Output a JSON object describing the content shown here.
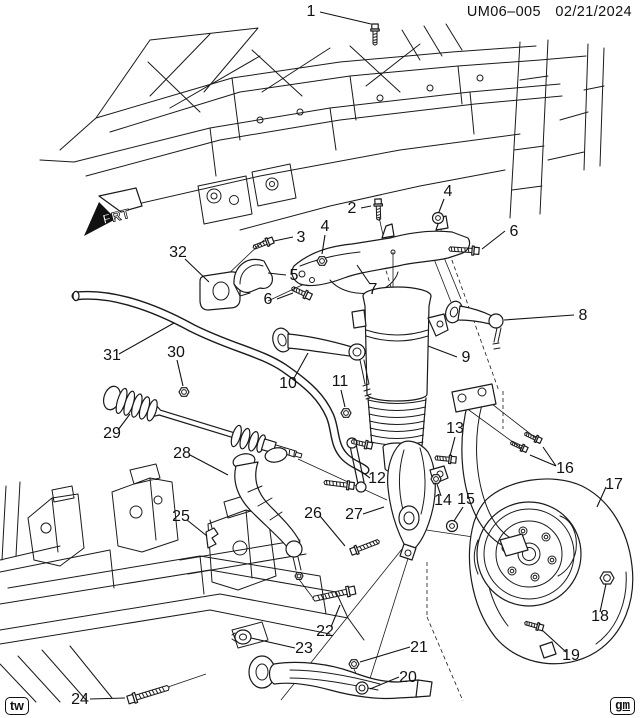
{
  "header": {
    "doc_id": "UM06–005",
    "date": "02/21/2024"
  },
  "orientation": {
    "label": "FRT"
  },
  "footer": {
    "left_mark": "tw",
    "right_mark": "gm"
  },
  "colors": {
    "ink": "#1a1a1a",
    "paper": "#ffffff"
  },
  "callouts": [
    {
      "label": "1"
    },
    {
      "label": "2"
    },
    {
      "label": "3"
    },
    {
      "label": "4"
    },
    {
      "label": "4"
    },
    {
      "label": "5"
    },
    {
      "label": "6"
    },
    {
      "label": "6"
    },
    {
      "label": "7"
    },
    {
      "label": "8"
    },
    {
      "label": "9"
    },
    {
      "label": "10"
    },
    {
      "label": "11"
    },
    {
      "label": "12"
    },
    {
      "label": "13"
    },
    {
      "label": "14"
    },
    {
      "label": "15"
    },
    {
      "label": "16"
    },
    {
      "label": "17"
    },
    {
      "label": "18"
    },
    {
      "label": "19"
    },
    {
      "label": "20"
    },
    {
      "label": "21"
    },
    {
      "label": "22"
    },
    {
      "label": "23"
    },
    {
      "label": "24"
    },
    {
      "label": "25"
    },
    {
      "label": "26"
    },
    {
      "label": "27"
    },
    {
      "label": "28"
    },
    {
      "label": "29"
    },
    {
      "label": "30"
    },
    {
      "label": "31"
    },
    {
      "label": "32"
    }
  ]
}
